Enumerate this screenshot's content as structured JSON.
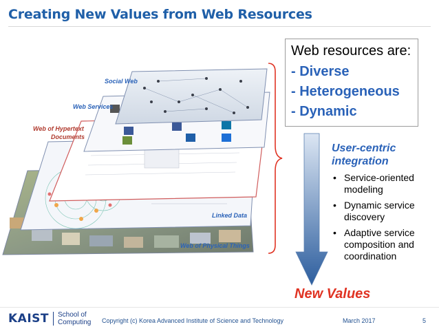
{
  "slide": {
    "title": "Creating New Values from Web Resources"
  },
  "layers": [
    {
      "label": "Social Web",
      "color": "#2a62b8"
    },
    {
      "label": "Web Services",
      "color": "#2a62b8"
    },
    {
      "label": "Web of Hypertext",
      "label2": "Documents",
      "color": "#b03a2e"
    },
    {
      "label": "Linked Data",
      "color": "#2a62b8"
    },
    {
      "label": "Web of Physical Things",
      "color": "#2a62b8"
    }
  ],
  "resources": {
    "heading": "Web resources are:",
    "items": [
      "- Diverse",
      "- Heterogeneous",
      "- Dynamic"
    ]
  },
  "integration": {
    "title_line1": "User-centric",
    "title_line2": "integration",
    "bullets": [
      [
        "Service-oriented",
        "modeling"
      ],
      [
        "Dynamic service",
        "discovery"
      ],
      [
        "Adaptive service",
        "composition and",
        "coordination"
      ]
    ]
  },
  "result": "New Values",
  "footer": {
    "logo": "KAIST",
    "school_line1": "School of",
    "school_line2": "Computing",
    "copyright": "Copyright (c) Korea Advanced Institute of Science and Technology",
    "date": "March 2017",
    "page": "5"
  },
  "colors": {
    "title": "#1f5fa8",
    "accent_blue": "#2a62b8",
    "accent_red": "#e03323",
    "brace": "#e03323"
  }
}
